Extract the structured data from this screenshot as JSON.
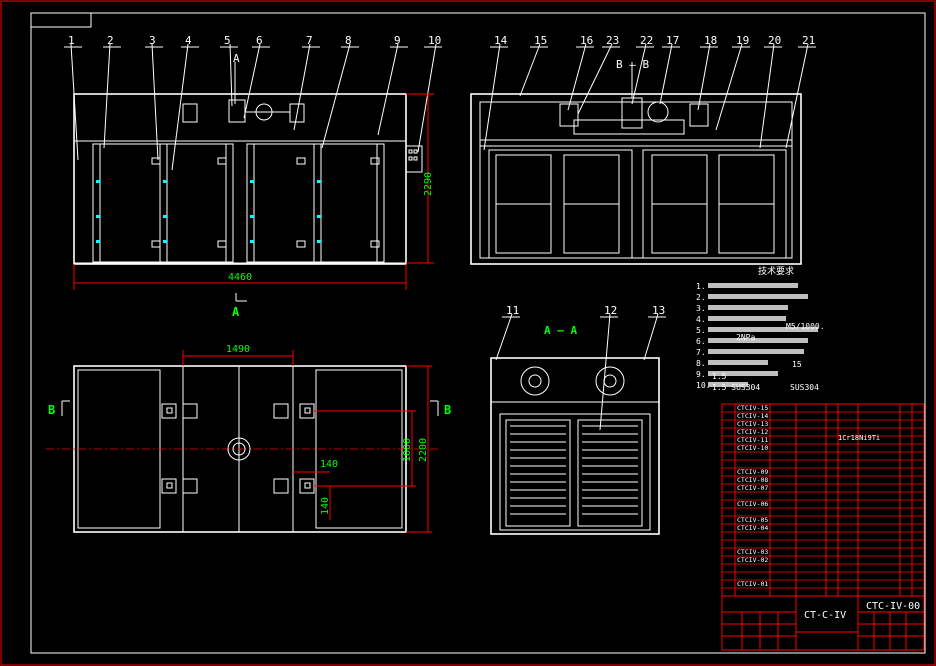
{
  "colors": {
    "background": "#000000",
    "line": "#ffffff",
    "dimension": "#ff0000",
    "dimension_text": "#00ff00",
    "accent": "#ffff00"
  },
  "front_view": {
    "balloons": [
      "1",
      "2",
      "3",
      "4",
      "5",
      "6",
      "7",
      "8",
      "9",
      "10"
    ],
    "section_marker": "A",
    "width_dim": "4460",
    "height_dim": "2290",
    "section_label": "A"
  },
  "side_view": {
    "balloons": [
      "14",
      "15",
      "16",
      "23",
      "22",
      "17",
      "18",
      "19",
      "20",
      "21"
    ],
    "section_marker": "B — B"
  },
  "plan_view": {
    "dim_top": "1490",
    "dim_right_inner": "1000",
    "dim_right_outer": "2200",
    "dim_small_h": "140",
    "dim_small_v": "140",
    "section_left": "B",
    "section_right": "B"
  },
  "section_view": {
    "title": "A — A",
    "balloons": [
      "11",
      "12",
      "13"
    ]
  },
  "notes": {
    "title": "技术要求",
    "items": [
      "1.",
      "2.",
      "3.",
      "4.",
      "5.",
      "6.",
      "7.",
      "8.",
      "9.",
      "10."
    ],
    "text_4": "M5/1000.",
    "text_6": "2NPa",
    "text_6b": "15",
    "text_8": "1.5",
    "text_9": "1.5 SUS304",
    "text_10": "SUS304"
  },
  "parts_list": {
    "codes": [
      "CTCIV-15",
      "CTCIV-14",
      "CTCIV-13",
      "CTCIV-12",
      "CTCIV-11",
      "CTCIV-10",
      "CTCIV-09",
      "CTCIV-08",
      "CTCIV-07",
      "CTCIV-06",
      "CTCIV-05",
      "CTCIV-04",
      "CTCIV-03",
      "CTCIV-02",
      "CTCIV-01"
    ],
    "special": "1Cr18Ni9Ti"
  },
  "title_block": {
    "name": "CT-C-IV",
    "drawing_no": "CTC-IV-00"
  }
}
